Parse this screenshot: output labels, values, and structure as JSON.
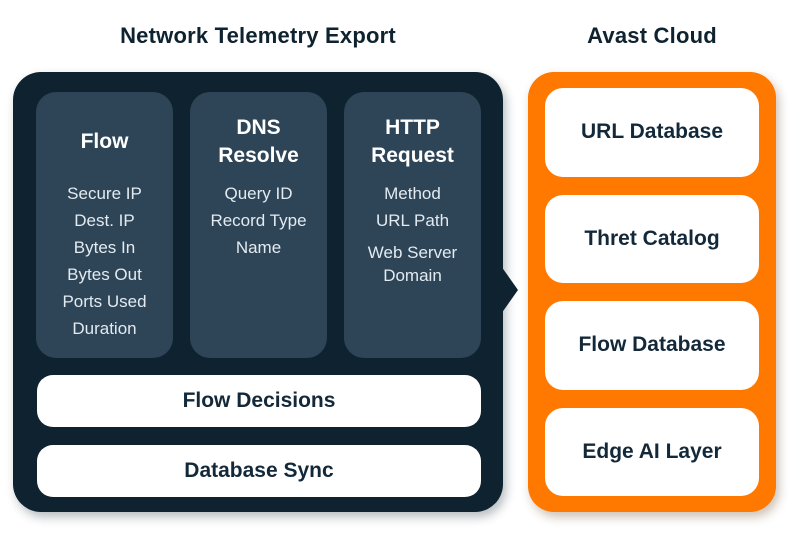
{
  "titles": {
    "left": "Network Telemetry Export",
    "right": "Avast Cloud"
  },
  "colors": {
    "navy": "#0e222f",
    "slate": "#2e4557",
    "orange": "#ff7800",
    "white": "#ffffff",
    "text_light": "#e3eaf0",
    "text_navy": "#13293a"
  },
  "telemetry_panel": {
    "columns": [
      {
        "title": "Flow",
        "items": [
          "Secure IP",
          "Dest. IP",
          "Bytes In",
          "Bytes Out",
          "Ports Used",
          "Duration"
        ]
      },
      {
        "title": "DNS Resolve",
        "items": [
          "Query ID",
          "Record Type",
          "Name"
        ]
      },
      {
        "title": "HTTP Request",
        "items": [
          "Method",
          "URL Path",
          "Web Server Domain"
        ]
      }
    ],
    "bars": [
      "Flow Decisions",
      "Database Sync"
    ]
  },
  "cloud_panel": {
    "boxes": [
      "URL Database",
      "Thret Catalog",
      "Flow Database",
      "Edge AI Layer"
    ]
  }
}
